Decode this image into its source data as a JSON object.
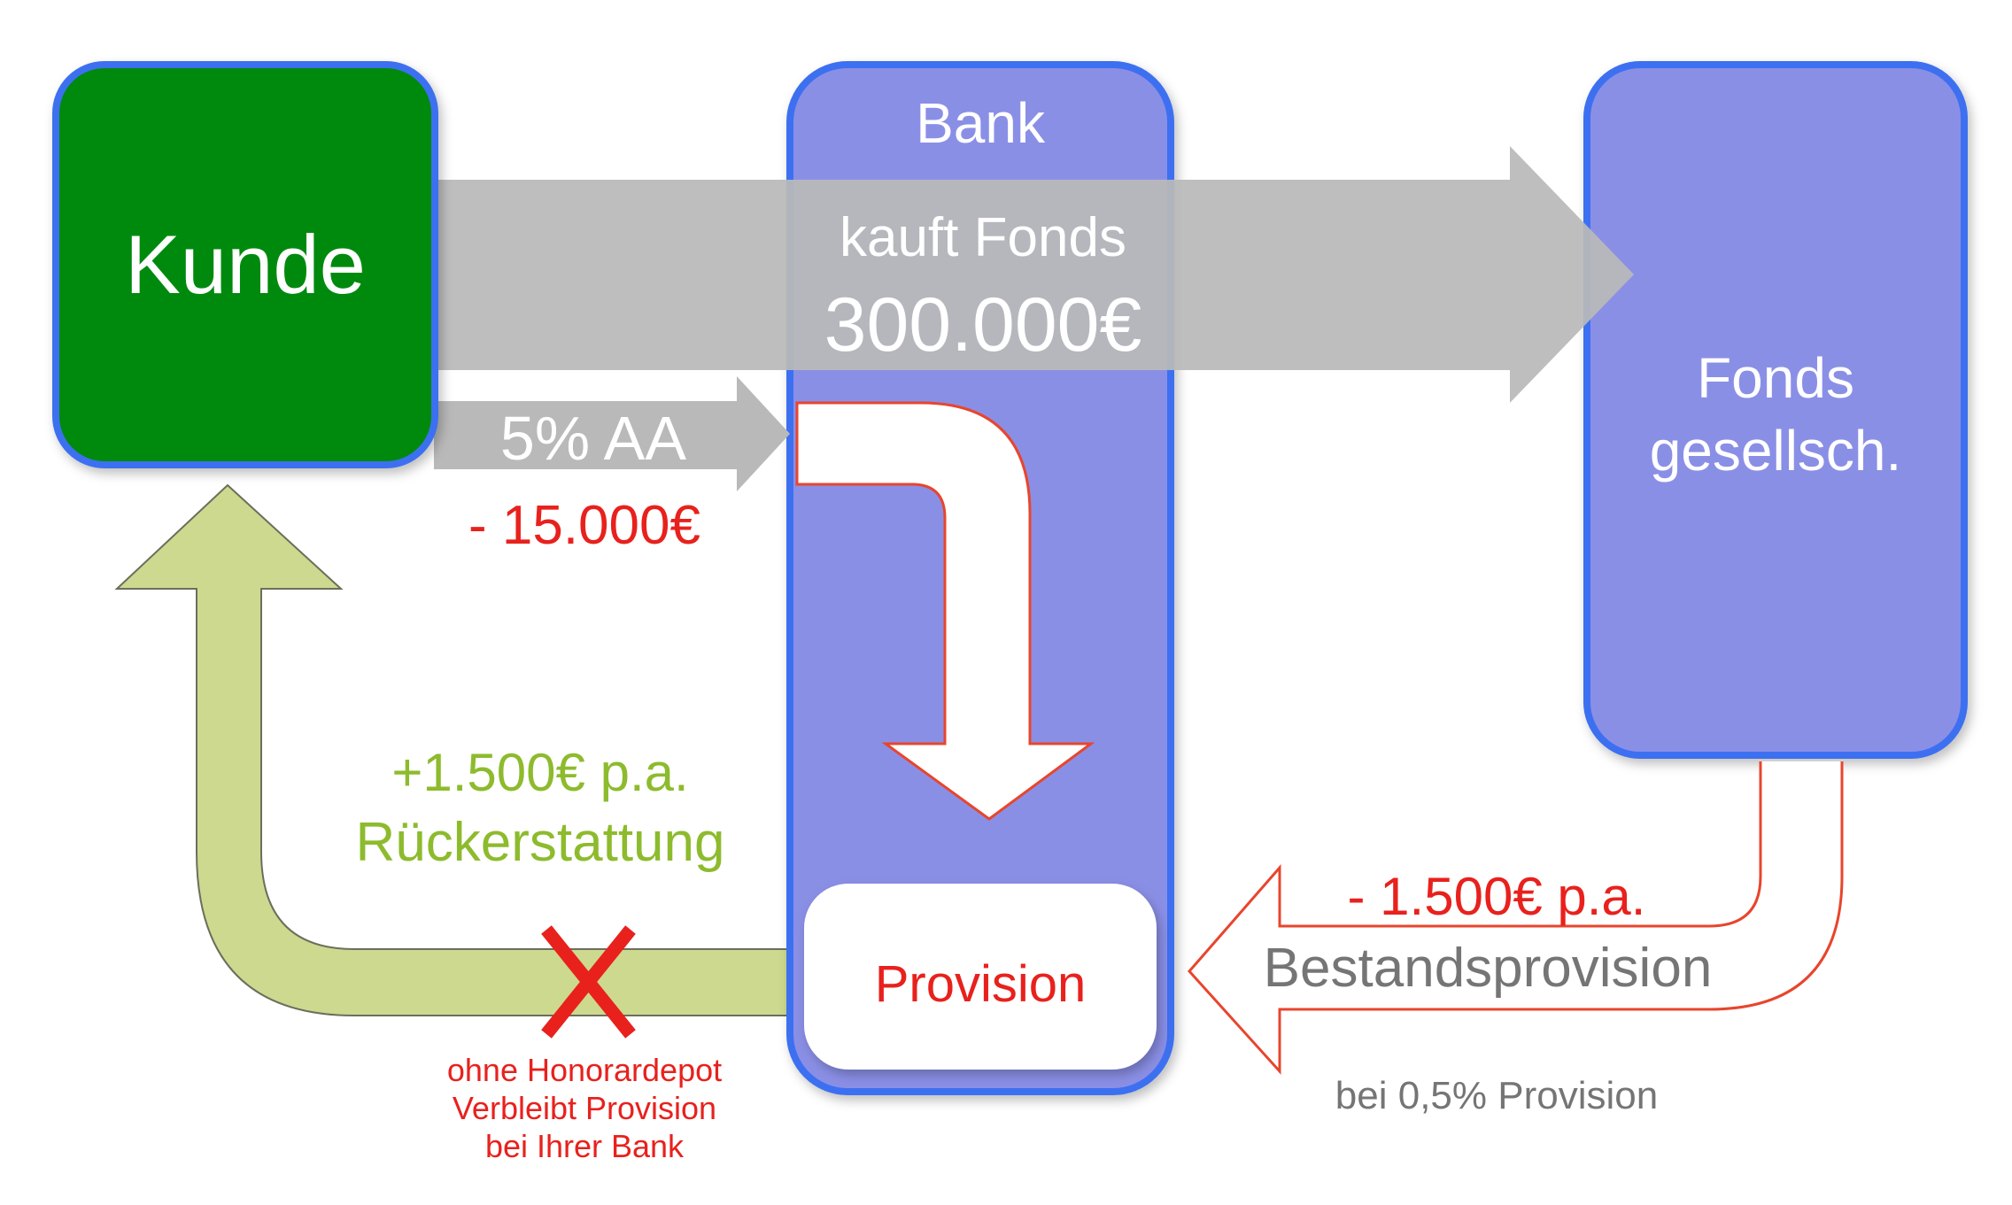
{
  "kunde": {
    "label": "Kunde",
    "color": "#008a0a"
  },
  "bank": {
    "label": "Bank",
    "color": "#8a8fe6"
  },
  "fonds": {
    "line1": "Fonds",
    "line2": "gesellsch.",
    "color": "#8a8fe6"
  },
  "purchase_arrow": {
    "line1": "kauft Fonds",
    "line2": "300.000€"
  },
  "agio_arrow": {
    "label": "5% AA",
    "amount": "- 15.000€"
  },
  "provision_box": {
    "label": "Provision"
  },
  "trail": {
    "amount": "- 1.500€ p.a.",
    "label": "Bestandsprovision",
    "note": "bei 0,5% Provision"
  },
  "refund": {
    "amount": "+1.500€ p.a.",
    "label": "Rückerstattung"
  },
  "cross": {
    "symbol": "X",
    "note_line1": "ohne Honorardepot",
    "note_line2": "Verbleibt Provision",
    "note_line3": "bei Ihrer Bank"
  },
  "colors": {
    "border_blue": "#3d6ff0",
    "arrow_gray": "#b9b9b9",
    "red": "#e8211d",
    "green_text": "#8dbb2d",
    "refund_arrow": "#cdd98e",
    "gray_text": "#757575"
  }
}
